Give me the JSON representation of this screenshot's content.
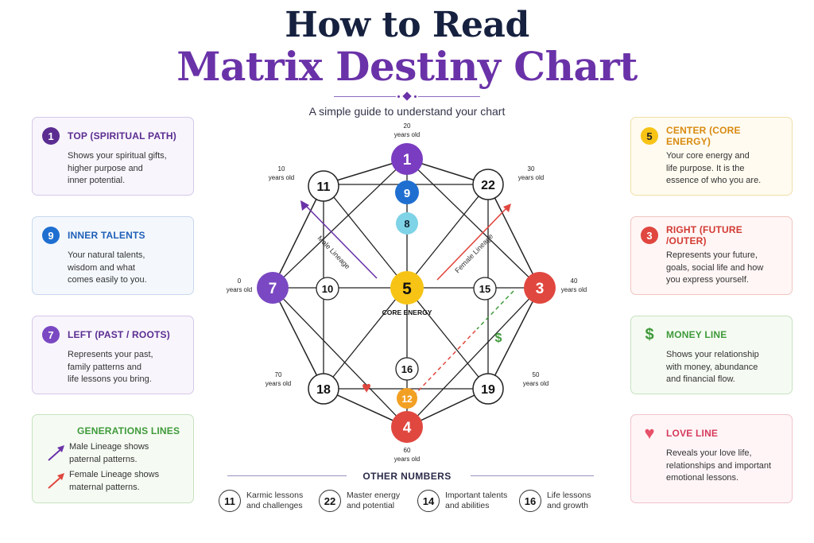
{
  "header": {
    "title_line1": "How to Read",
    "title_line2": "Matrix Destiny Chart",
    "subtitle": "A simple guide to understand your chart"
  },
  "colors": {
    "purple": "#6a32a8",
    "blue": "#1f6fd1",
    "cyan": "#7ed3e6",
    "yellow": "#f7c416",
    "red": "#e0473f",
    "orange": "#f2a024",
    "green": "#3f9a3a",
    "pink": "#e8506a"
  },
  "left_cards": [
    {
      "badge": "1",
      "title": "TOP (SPIRITUAL PATH)",
      "body": "Shows your spiritual gifts,\nhigher purpose and\ninner potential."
    },
    {
      "badge": "9",
      "title": "INNER TALENTS",
      "body": "Your natural talents,\nwisdom and what\ncomes easily to you."
    },
    {
      "badge": "7",
      "title": "LEFT (PAST / ROOTS)",
      "body": "Represents your past,\nfamily patterns and\nlife lessons you bring."
    }
  ],
  "generations": {
    "title": "GENERATIONS LINES",
    "male_text": "Male Lineage shows\npaternal patterns.",
    "female_text": "Female Lineage shows\nmaternal patterns."
  },
  "right_cards": [
    {
      "badge": "5",
      "title": "CENTER (CORE ENERGY)",
      "body": "Your core energy and\nlife purpose. It is the\nessence of who you are."
    },
    {
      "badge": "3",
      "title": "RIGHT (FUTURE /OUTER)",
      "body": "Represents your future,\ngoals, social life and how\nyou express yourself."
    },
    {
      "icon": "dollar-icon",
      "symbol": "$",
      "title": "MONEY LINE",
      "body": "Shows your relationship\nwith money, abundance\nand financial flow."
    },
    {
      "icon": "heart-icon",
      "symbol": "♥",
      "title": "LOVE LINE",
      "body": "Reveals your love life,\nrelationships and important\nemotional lessons."
    }
  ],
  "diagram": {
    "center_label": "CORE ENERGY",
    "male_lineage": "Male Lineage",
    "female_lineage": "Female Lineage",
    "money_symbol": "$",
    "love_symbol": "♥",
    "nodes": {
      "top": "1",
      "inner_top": "9",
      "inner_top2": "8",
      "center": "5",
      "left": "7",
      "left_inner": "10",
      "right": "3",
      "right_inner": "15",
      "bottom": "4",
      "bottom_inner": "12",
      "bottom_inner2": "16",
      "top_left": "11",
      "top_right": "22",
      "bottom_left": "18",
      "bottom_right": "19"
    },
    "ages": {
      "top": [
        "20",
        "years old"
      ],
      "top_right": [
        "30",
        "years old"
      ],
      "right": [
        "40",
        "years old"
      ],
      "bottom_right": [
        "50",
        "years old"
      ],
      "bottom": [
        "60",
        "years old"
      ],
      "bottom_left": [
        "70",
        "years old"
      ],
      "left": [
        "0",
        "years old"
      ],
      "top_left": [
        "10",
        "years old"
      ]
    }
  },
  "other_numbers": {
    "title": "OTHER NUMBERS",
    "items": [
      {
        "num": "11",
        "text": "Karmic lessons\nand challenges"
      },
      {
        "num": "22",
        "text": "Master energy\nand potential"
      },
      {
        "num": "14",
        "text": "Important talents\nand abilities"
      },
      {
        "num": "16",
        "text": "Life lessons\nand growth"
      }
    ]
  }
}
